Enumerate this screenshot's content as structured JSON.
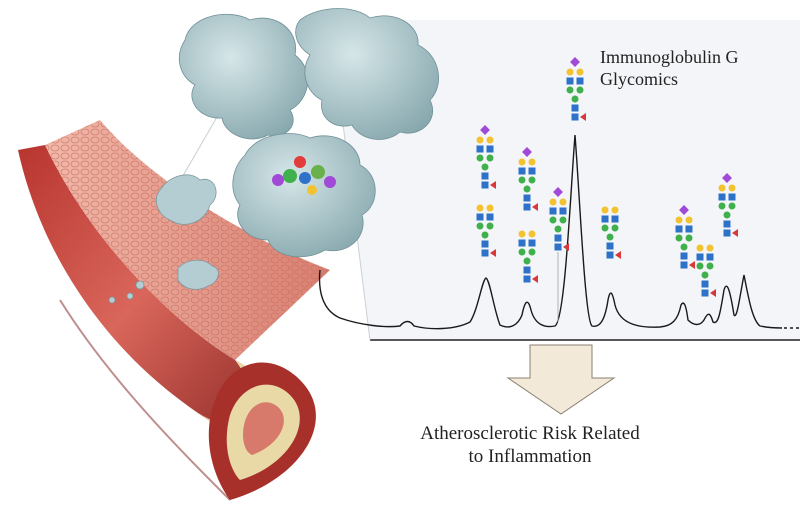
{
  "title": {
    "line1": "Immunoglobulin G",
    "line2": "Glycomics"
  },
  "result": {
    "line1": "Atherosclerotic Risk Related",
    "line2": "to Inflammation"
  },
  "colors": {
    "panel_background": "#f3f5f8",
    "arrow_fill": "#f2e9d8",
    "arrow_stroke": "#8a8170",
    "trace": "#1a1a1a",
    "glcnac": "#2d72c8",
    "mannose": "#3fb04b",
    "galactose": "#f2c230",
    "sialic_acid": "#a24ad8",
    "fucose": "#d9383a",
    "protein_surface": "#a7c3c7",
    "vessel_wall": "#c84b43",
    "vessel_lumen": "#e79a8c",
    "plaque": "#e9d9a6"
  },
  "icons": [
    "igg-antibody-structure",
    "artery-cross-section",
    "glycan-structure",
    "down-arrow"
  ]
}
